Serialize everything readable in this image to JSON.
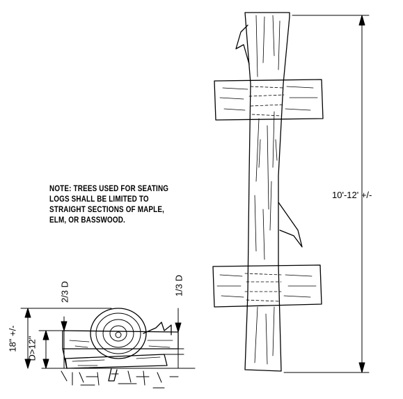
{
  "note": {
    "lines": [
      "NOTE: TREES USED FOR SEATING",
      "LOGS SHALL BE LIMITED TO",
      "STRAIGHT SECTIONS OF MAPLE,",
      "ELM, OR BASSWOOD."
    ]
  },
  "dimensions": {
    "log_length": "10'-12' +/-",
    "seat_height": "18\" +/-",
    "diameter": "D>12\"",
    "upper_cut": "2/3 D",
    "lower_cut": "1/3 D"
  }
}
